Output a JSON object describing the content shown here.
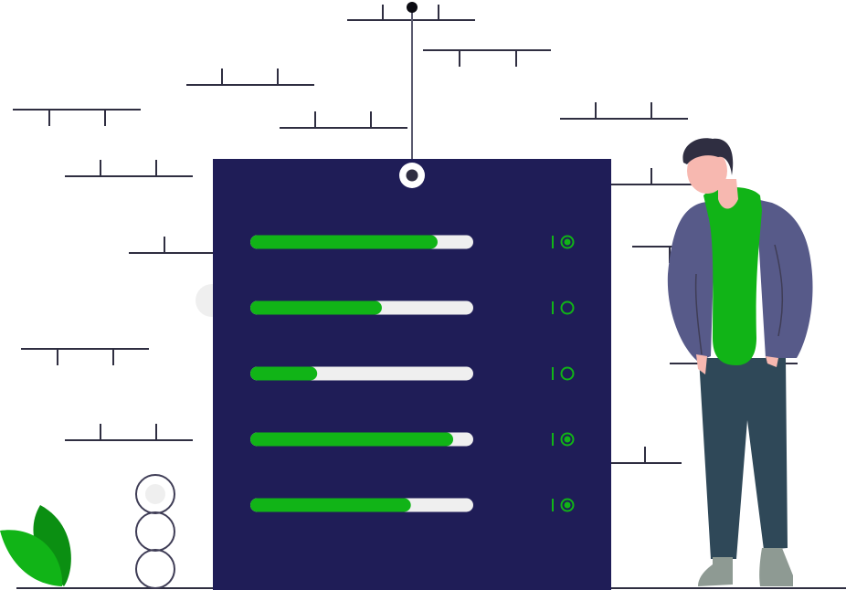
{
  "colors": {
    "panel": "#1f1d57",
    "accent": "#11b417",
    "accent_dark": "#0b8f12",
    "track": "#efefef",
    "ink": "#2f2e41",
    "jacket": "#575a89",
    "pants": "#2f4858",
    "skin": "#f7b8b0",
    "shoe": "#8e9a93",
    "light_gray": "#e6e6e6"
  },
  "status_rows": [
    {
      "level": 0.84,
      "switch": "on"
    },
    {
      "level": 0.59,
      "switch": "off"
    },
    {
      "level": 0.3,
      "switch": "off"
    },
    {
      "level": 0.91,
      "switch": "on"
    },
    {
      "level": 0.72,
      "switch": "on"
    }
  ],
  "icons": {
    "switch_on": "power-switch-on-icon",
    "switch_off": "power-switch-off-icon",
    "plant": "leaf-plant-icon"
  }
}
